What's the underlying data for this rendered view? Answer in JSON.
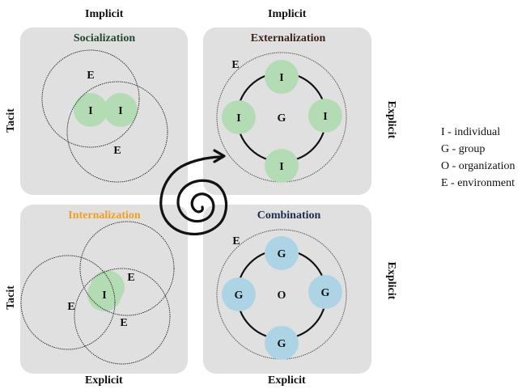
{
  "axes": {
    "top_left": "Implicit",
    "top_right": "Implicit",
    "bottom_left": "Explicit",
    "bottom_right": "Explicit",
    "left_top": "Tacit",
    "left_bottom": "Tacit",
    "right_top": "Explicit",
    "right_bottom": "Explicit"
  },
  "quadrants": {
    "socialization": {
      "title": "Socialization",
      "color": "#1e4a2e",
      "labels": {
        "env_1": "E",
        "env_2": "E",
        "ind_1": "I",
        "ind_2": "I"
      }
    },
    "externalization": {
      "title": "Externalization",
      "color": "#3a2418",
      "labels": {
        "env": "E",
        "center": "G",
        "nodes": [
          "I",
          "I",
          "I",
          "I"
        ]
      }
    },
    "internalization": {
      "title": "Internalization",
      "color": "#f0a020",
      "labels": {
        "env_1": "E",
        "env_2": "E",
        "env_3": "E",
        "ind": "I"
      }
    },
    "combination": {
      "title": "Combination",
      "color": "#1e2e4a",
      "labels": {
        "env": "E",
        "center": "O",
        "nodes": [
          "G",
          "G",
          "G",
          "G"
        ]
      }
    }
  },
  "colors": {
    "panel": "#e0e0e0",
    "individual_fill": "#b4dcb4",
    "group_fill": "#acd4e4"
  },
  "legend": [
    "I - individual",
    "G - group",
    "O - organization",
    "E - environment"
  ]
}
